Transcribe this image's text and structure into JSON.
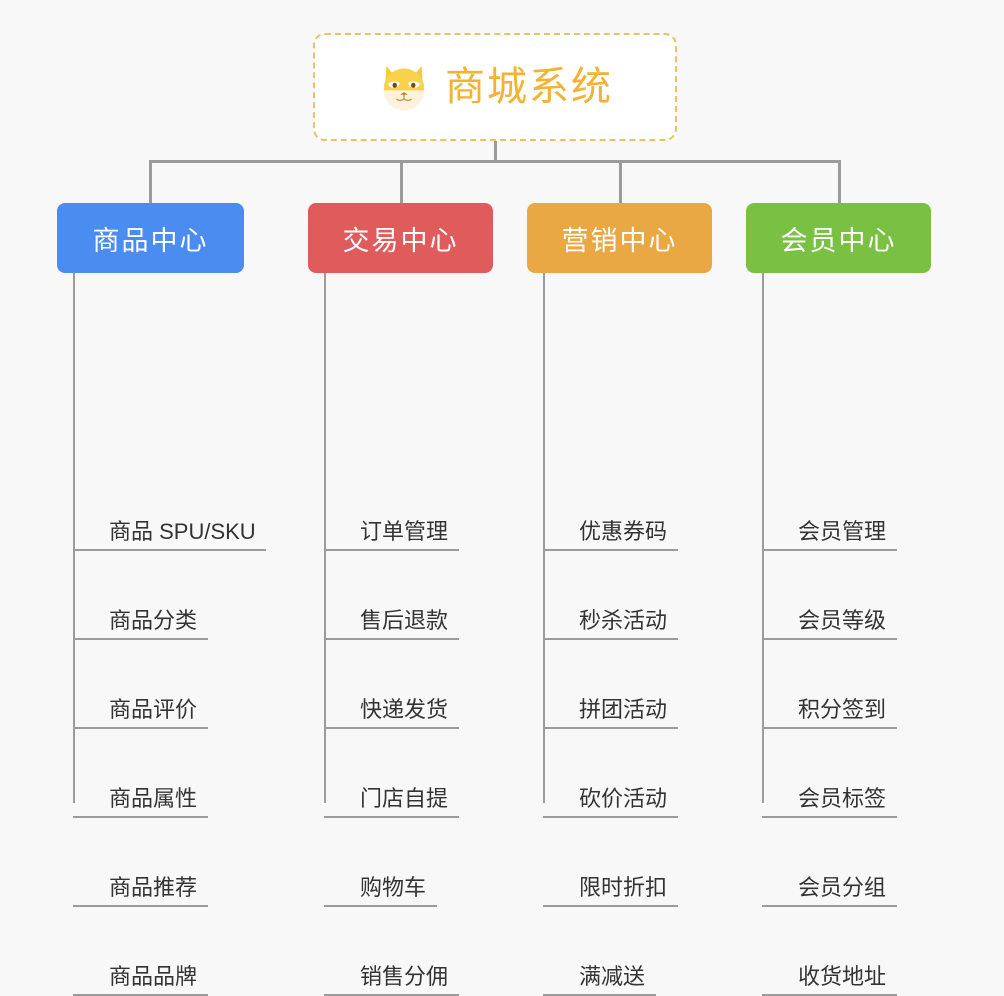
{
  "diagram": {
    "background_color": "#f8f8f8",
    "connector_color": "#9b9b9b",
    "root": {
      "title": "商城系统",
      "icon": "shiba-dog-face-icon",
      "text_color": "#f2b233",
      "border_color": "#f0c060",
      "fill_color": "#ffffff"
    },
    "categories": [
      {
        "label": "商品中心",
        "color": "#4a8cf0",
        "items": [
          "商品 SPU/SKU",
          "商品分类",
          "商品评价",
          "商品属性",
          "商品推荐",
          "商品品牌"
        ]
      },
      {
        "label": "交易中心",
        "color": "#e05c5c",
        "items": [
          "订单管理",
          "售后退款",
          "快递发货",
          "门店自提",
          "购物车",
          "销售分佣"
        ]
      },
      {
        "label": "营销中心",
        "color": "#eaa844",
        "items": [
          "优惠券码",
          "秒杀活动",
          "拼团活动",
          "砍价活动",
          "限时折扣",
          "满减送"
        ]
      },
      {
        "label": "会员中心",
        "color": "#7ac143",
        "items": [
          "会员管理",
          "会员等级",
          "积分签到",
          "会员标签",
          "会员分组",
          "收货地址"
        ]
      }
    ]
  }
}
